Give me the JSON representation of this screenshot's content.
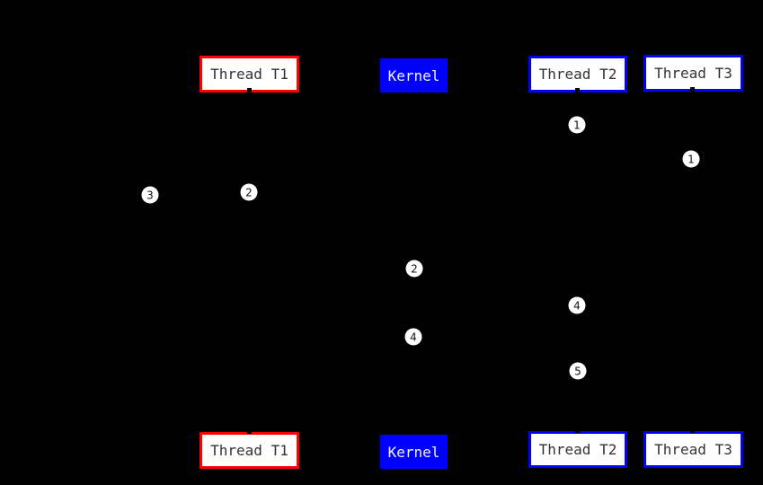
{
  "diagram": {
    "kind": "sequence-diagram",
    "background": "#000000"
  },
  "colors": {
    "thread_t1_border": "#ff0000",
    "thread_t2_border": "#0000ff",
    "thread_t3_border": "#0000ff",
    "kernel_fill": "#0000ff",
    "actor_fill": "#ffffff",
    "actor_text": "#333333",
    "kernel_text": "#f5f5ff",
    "marker_fill": "#ffffff",
    "marker_text": "#111111"
  },
  "actors": {
    "t1": {
      "label": "Thread T1"
    },
    "kernel": {
      "label": "Kernel"
    },
    "t2": {
      "label": "Thread T2"
    },
    "t3": {
      "label": "Thread T3"
    }
  },
  "markers": [
    {
      "label": "1"
    },
    {
      "label": "1"
    },
    {
      "label": "3"
    },
    {
      "label": "2"
    },
    {
      "label": "2"
    },
    {
      "label": "4"
    },
    {
      "label": "4"
    },
    {
      "label": "5"
    }
  ]
}
